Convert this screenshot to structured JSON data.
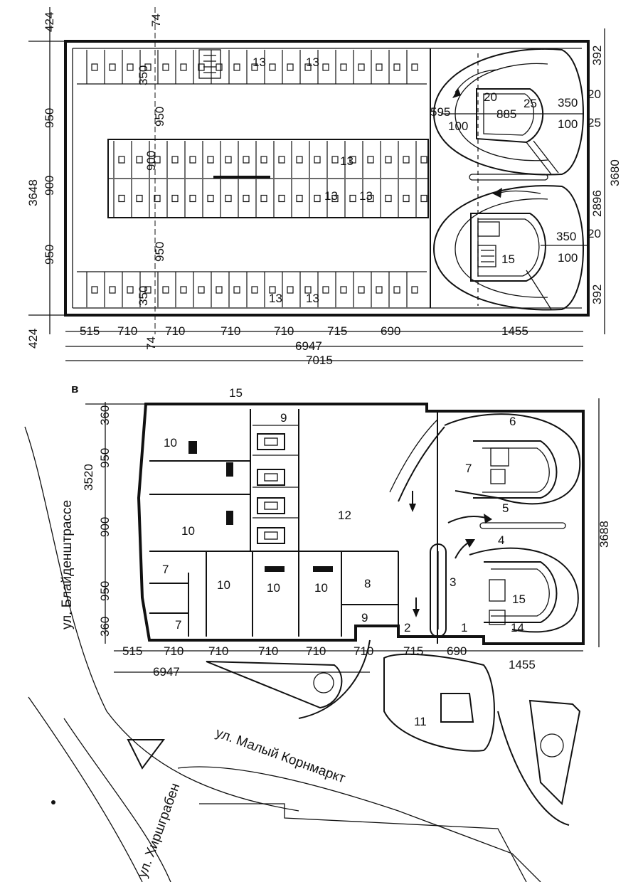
{
  "upper_plan": {
    "left_dims": [
      "424",
      "3648",
      "950",
      "900",
      "950",
      "424"
    ],
    "inner_dims": [
      "350",
      "950",
      "900",
      "950",
      "350"
    ],
    "top_dim": "74",
    "bottom_dims": [
      "515",
      "710",
      "710",
      "710",
      "710",
      "715",
      "690",
      "1455"
    ],
    "bottom_small": "74",
    "total_inner": "6947",
    "total_outer": "7015",
    "right_dims": [
      "392",
      "3680",
      "2896",
      "392"
    ],
    "ramp_dims": [
      "595",
      "100",
      "20",
      "885",
      "25",
      "350",
      "20",
      "100",
      "25",
      "350",
      "20",
      "100"
    ],
    "room_labels": [
      "13",
      "13",
      "13",
      "13",
      "13",
      "13",
      "13",
      "15"
    ]
  },
  "lower_plan": {
    "section_letter": "в",
    "left_dims": [
      "360",
      "950",
      "3520",
      "900",
      "950",
      "360"
    ],
    "bottom_dims": [
      "515",
      "710",
      "710",
      "710",
      "710",
      "710",
      "715",
      "690",
      "1455"
    ],
    "total": "6947",
    "right_dim": "3688",
    "room_labels": {
      "r1": "1",
      "r2": "2",
      "r3": "3",
      "r4": "4",
      "r5": "5",
      "r6": "6",
      "r7a": "7",
      "r7b": "7",
      "r7c": "7",
      "r8": "8",
      "r9a": "9",
      "r9b": "9",
      "r10a": "10",
      "r10b": "10",
      "r10c": "10",
      "r10d": "10",
      "r10e": "10",
      "r11": "11",
      "r12": "12",
      "r14": "14",
      "r15a": "15",
      "r15b": "15"
    }
  },
  "streets": {
    "bleidenstrasse": "ул. Блайденштрассе",
    "maly_kornmarkt": "ул. Малый  Корнмаркт",
    "hirschgraben": "ул. Хиршграбен"
  }
}
